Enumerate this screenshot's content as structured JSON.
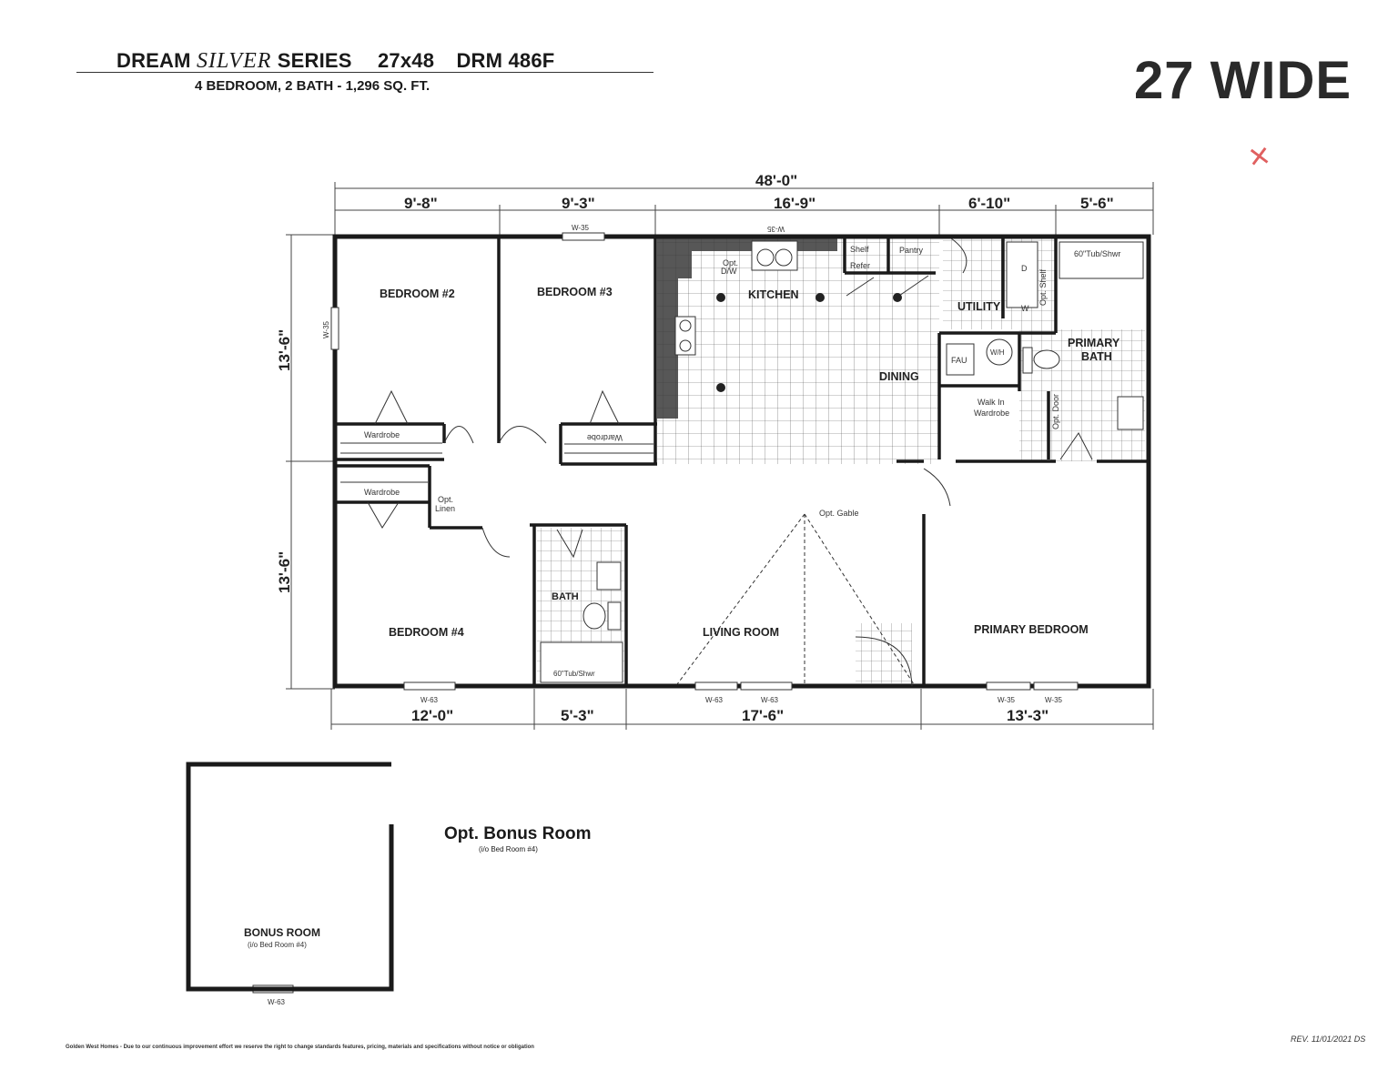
{
  "header": {
    "series_prefix": "DREAM ",
    "series_italic": "SILVER",
    "series_suffix": " SERIES",
    "size": "27x48",
    "model": "DRM 486F",
    "subtitle": "4 BEDROOM, 2 BATH - 1,296 SQ. FT.",
    "width_label": "27 WIDE",
    "annotation_mark": "×"
  },
  "dimensions": {
    "overall_width": "48'-0\"",
    "top": [
      "9'-8\"",
      "9'-3\"",
      "16'-9\"",
      "6'-10\"",
      "5'-6\""
    ],
    "bottom": [
      "12'-0\"",
      "5'-3\"",
      "17'-6\"",
      "13'-3\""
    ],
    "left": [
      "13'-6\"",
      "13'-6\""
    ]
  },
  "rooms": {
    "bedroom2": "BEDROOM #2",
    "bedroom3": "BEDROOM #3",
    "bedroom4": "BEDROOM #4",
    "kitchen": "KITCHEN",
    "dining": "DINING",
    "utility": "UTILITY",
    "primary_bath_1": "PRIMARY",
    "primary_bath_2": "BATH",
    "bath": "BATH",
    "living": "LIVING ROOM",
    "primary_bedroom": "PRIMARY BEDROOM",
    "bonus": "BONUS ROOM",
    "bonus_sub": "(i/o Bed Room #4)"
  },
  "fixtures": {
    "wardrobe": "Wardrobe",
    "wardrobe_mirrored": "Wardrobe",
    "opt_linen_1": "Opt.",
    "opt_linen_2": "Linen",
    "shelf": "Shelf",
    "refer": "Refer",
    "pantry": "Pantry",
    "opt_dw_1": "Opt.",
    "opt_dw_2": "D/W",
    "dryer": "D",
    "washer": "W",
    "opt_shelf": "Opt. Shelf",
    "tub_primary": "60\"Tub/Shwr",
    "tub_bath": "60\"Tub/Shwr",
    "fau": "FAU",
    "wh": "W/H",
    "walk_in_1": "Walk In",
    "walk_in_2": "Wardrobe",
    "opt_door": "Opt. Door",
    "opt_gable": "Opt. Gable"
  },
  "windows": {
    "bed3_top": "W-35",
    "kitchen_top": "W-35",
    "bed2_left": "W-35",
    "bed4_bottom": "W-63",
    "living_1": "W-63",
    "living_2": "W-63",
    "primary_1": "W-35",
    "primary_2": "W-35",
    "bonus_bottom": "W-63"
  },
  "bonus": {
    "title": "Opt. Bonus Room",
    "subtitle": "(i/o Bed Room #4)"
  },
  "footer": {
    "disclaimer": "Golden West Homes - Due to our continuous improvement effort we reserve the right to change standards features, pricing, materials and specifications without notice or obligation",
    "revision": "REV. 11/01/2021 DS"
  }
}
